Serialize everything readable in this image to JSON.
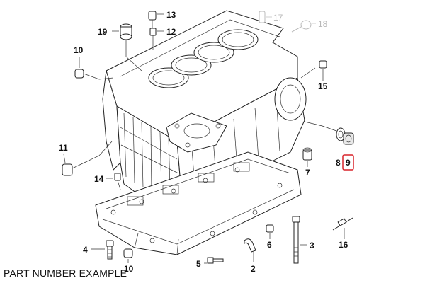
{
  "caption": "PART NUMBER EXAMPLE",
  "highlight_color": "#d9232a",
  "callouts": [
    {
      "id": "13",
      "label": "13",
      "faded": false
    },
    {
      "id": "12",
      "label": "12",
      "faded": false
    },
    {
      "id": "17",
      "label": "17",
      "faded": true
    },
    {
      "id": "18",
      "label": "18",
      "faded": true
    },
    {
      "id": "19",
      "label": "19",
      "faded": false
    },
    {
      "id": "10a",
      "label": "10",
      "faded": false
    },
    {
      "id": "15",
      "label": "15",
      "faded": false
    },
    {
      "id": "11",
      "label": "11",
      "faded": false
    },
    {
      "id": "8",
      "label": "8",
      "faded": false
    },
    {
      "id": "9",
      "label": "9",
      "faded": false,
      "highlighted": true
    },
    {
      "id": "7",
      "label": "7",
      "faded": false
    },
    {
      "id": "14",
      "label": "14",
      "faded": false
    },
    {
      "id": "4",
      "label": "4",
      "faded": false
    },
    {
      "id": "10b",
      "label": "10",
      "faded": false
    },
    {
      "id": "5",
      "label": "5",
      "faded": false
    },
    {
      "id": "2",
      "label": "2",
      "faded": false
    },
    {
      "id": "6",
      "label": "6",
      "faded": false
    },
    {
      "id": "3",
      "label": "3",
      "faded": false
    },
    {
      "id": "16",
      "label": "16",
      "faded": false
    }
  ]
}
